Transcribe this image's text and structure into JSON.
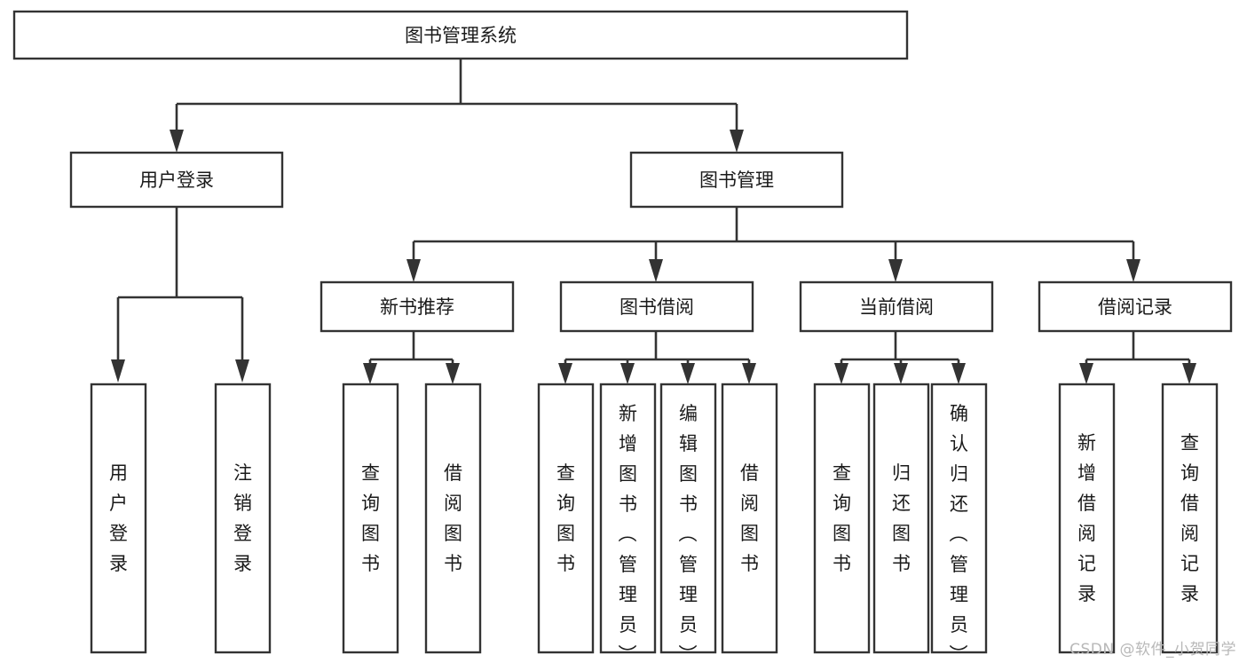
{
  "diagram": {
    "title": "图书管理系统",
    "type": "tree-hierarchy",
    "root": {
      "id": "root",
      "label": "图书管理系统",
      "orientation": "horizontal"
    },
    "level1": [
      {
        "id": "user-login",
        "label": "用户登录",
        "orientation": "horizontal"
      },
      {
        "id": "book-manage",
        "label": "图书管理",
        "orientation": "horizontal"
      }
    ],
    "level2": [
      {
        "id": "new-book-recommend",
        "label": "新书推荐",
        "orientation": "horizontal",
        "parent": "book-manage"
      },
      {
        "id": "book-borrow",
        "label": "图书借阅",
        "orientation": "horizontal",
        "parent": "book-manage"
      },
      {
        "id": "current-borrow",
        "label": "当前借阅",
        "orientation": "horizontal",
        "parent": "book-manage"
      },
      {
        "id": "borrow-record",
        "label": "借阅记录",
        "orientation": "horizontal",
        "parent": "book-manage"
      }
    ],
    "leaves": [
      {
        "id": "leaf-user-login",
        "label": "用户登录",
        "orientation": "vertical",
        "parent": "user-login"
      },
      {
        "id": "leaf-user-logout",
        "label": "注销登录",
        "orientation": "vertical",
        "parent": "user-login"
      },
      {
        "id": "leaf-query-book-1",
        "label": "查询图书",
        "orientation": "vertical",
        "parent": "new-book-recommend"
      },
      {
        "id": "leaf-borrow-book-1",
        "label": "借阅图书",
        "orientation": "vertical",
        "parent": "new-book-recommend"
      },
      {
        "id": "leaf-query-book-2",
        "label": "查询图书",
        "orientation": "vertical",
        "parent": "book-borrow"
      },
      {
        "id": "leaf-add-book",
        "label": "新增图书（管理员）",
        "orientation": "vertical",
        "parent": "book-borrow"
      },
      {
        "id": "leaf-edit-book",
        "label": "编辑图书（管理员）",
        "orientation": "vertical",
        "parent": "book-borrow"
      },
      {
        "id": "leaf-borrow-book-2",
        "label": "借阅图书",
        "orientation": "vertical",
        "parent": "book-borrow"
      },
      {
        "id": "leaf-query-book-3",
        "label": "查询图书",
        "orientation": "vertical",
        "parent": "current-borrow"
      },
      {
        "id": "leaf-return-book",
        "label": "归还图书",
        "orientation": "vertical",
        "parent": "current-borrow"
      },
      {
        "id": "leaf-confirm-return",
        "label": "确认归还（管理员）",
        "orientation": "vertical",
        "parent": "current-borrow"
      },
      {
        "id": "leaf-add-record",
        "label": "新增借阅记录",
        "orientation": "vertical",
        "parent": "borrow-record"
      },
      {
        "id": "leaf-query-record",
        "label": "查询借阅记录",
        "orientation": "vertical",
        "parent": "borrow-record"
      }
    ],
    "colors": {
      "stroke": "#333333",
      "fill": "#ffffff",
      "text": "#1a1a1a",
      "watermark": "#b8b8b8"
    }
  },
  "watermark": {
    "text": "CSDN @软件_小贺同学"
  }
}
